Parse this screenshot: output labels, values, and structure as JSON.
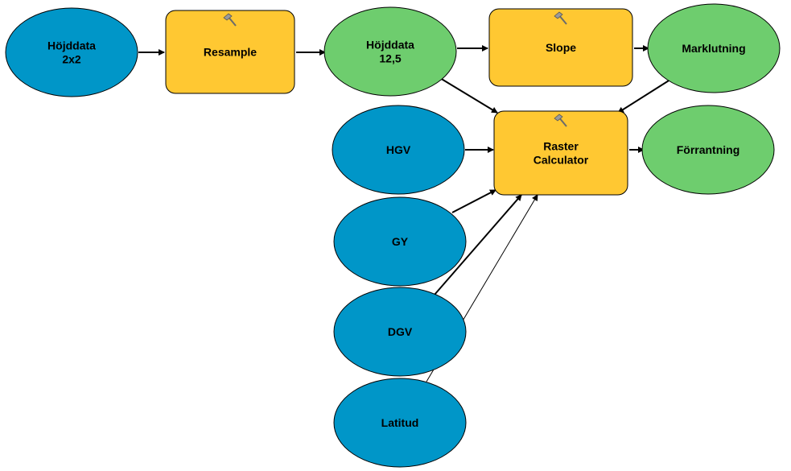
{
  "colors": {
    "input": "#0096C8",
    "tool": "#FFC832",
    "output": "#6ECD6E",
    "edge": "#000000"
  },
  "nodes": [
    {
      "id": "hojddata-2x2",
      "kind": "input",
      "lines": [
        "Höjddata",
        "2x2"
      ]
    },
    {
      "id": "resample",
      "kind": "tool",
      "icon": "hammer-icon",
      "lines": [
        "Resample"
      ]
    },
    {
      "id": "hojddata-12-5",
      "kind": "output",
      "lines": [
        "Höjddata",
        "12,5"
      ]
    },
    {
      "id": "slope",
      "kind": "tool",
      "icon": "hammer-icon",
      "lines": [
        "Slope"
      ]
    },
    {
      "id": "marklutning",
      "kind": "output",
      "lines": [
        "Marklutning"
      ]
    },
    {
      "id": "hgv",
      "kind": "input",
      "lines": [
        "HGV"
      ]
    },
    {
      "id": "raster-calculator",
      "kind": "tool",
      "icon": "hammer-icon",
      "lines": [
        "Raster",
        "Calculator"
      ]
    },
    {
      "id": "forrantning",
      "kind": "output",
      "lines": [
        "Förrantning"
      ]
    },
    {
      "id": "gy",
      "kind": "input",
      "lines": [
        "GY"
      ]
    },
    {
      "id": "dgv",
      "kind": "input",
      "lines": [
        "DGV"
      ]
    },
    {
      "id": "latitud",
      "kind": "input",
      "lines": [
        "Latitud"
      ]
    }
  ],
  "edges": [
    {
      "from": "hojddata-2x2",
      "to": "resample"
    },
    {
      "from": "resample",
      "to": "hojddata-12-5"
    },
    {
      "from": "hojddata-12-5",
      "to": "slope"
    },
    {
      "from": "slope",
      "to": "marklutning"
    },
    {
      "from": "hojddata-12-5",
      "to": "raster-calculator"
    },
    {
      "from": "marklutning",
      "to": "raster-calculator"
    },
    {
      "from": "hgv",
      "to": "raster-calculator"
    },
    {
      "from": "gy",
      "to": "raster-calculator"
    },
    {
      "from": "dgv",
      "to": "raster-calculator"
    },
    {
      "from": "latitud",
      "to": "raster-calculator",
      "style": "thin"
    },
    {
      "from": "raster-calculator",
      "to": "forrantning"
    }
  ]
}
